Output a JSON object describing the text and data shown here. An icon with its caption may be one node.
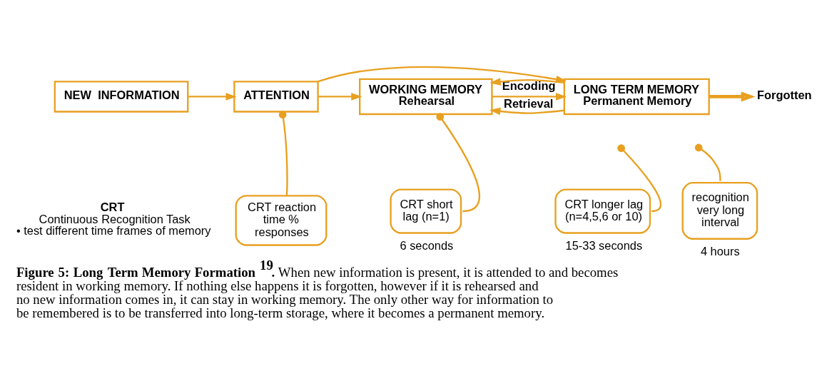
{
  "diagram": {
    "caption": "**Figure 5: Long Term Memory Formation $^{19}$.** When new information is present, it is attended to and becomes resident in working memory. If nothing else happens it is forgotten, however if it is rehearsed and no new information comes in, it can stay in working memory. The only other way for information to be remembered is to be transferred into long-term storage, where it becomes a permanent memory.",
    "nodes": [
      {
        "text": [
          "NEW  INFORMATION"
        ]
      },
      {
        "text": [
          "ATTENTION"
        ]
      },
      {
        "text": [
          "WORKING MEMORY",
          "Rehearsal"
        ]
      },
      {
        "text": [
          "LONG TERM MEMORY",
          "Permanent Memory"
        ]
      },
      {
        "text": [
          "Forgotten"
        ]
      },
      {
        "text": [
          "CRT reaction time % responses"
        ]
      },
      {
        "text": [
          "CRT short lag (n=1)"
        ],
        "beside": [
          "6 seconds"
        ]
      },
      {
        "text": [
          "CRT longer lag (n=4,5,6 or 10)"
        ],
        "beside": [
          "15-33 seconds"
        ]
      },
      {
        "text": [
          "recognition very long interval"
        ],
        "beside": [
          "4 hours"
        ]
      }
    ],
    "edges": [
      {
        "from": 0,
        "to": 1,
        "arrow": "to"
      },
      {
        "from": 1,
        "to": 2,
        "arrow": "to"
      },
      {
        "from": 1,
        "to": 3,
        "arrow": "to"
      },
      {
        "from": 2,
        "to": 3,
        "arrow": "to",
        "label": "Encoding"
      },
      {
        "from": 3,
        "to": 4,
        "arrow": "to",
        "style": "thick"
      },
      {
        "from": 3,
        "to": 2,
        "arrow": "to"
      },
      {
        "from": 3,
        "to": 2,
        "arrow": "to",
        "label": "Retrieval"
      },
      {
        "from": 5,
        "to": 1,
        "arrow": "other"
      },
      {
        "from": 6,
        "to": 2,
        "arrow": "other"
      },
      {
        "from": 7,
        "to": null,
        "arrow": "other"
      },
      {
        "from": 8,
        "to": null,
        "arrow": "other"
      }
    ],
    "labels": [
      "CRT",
      "Continuous Recognition Task",
      "• test different time frames of memory"
    ]
  }
}
